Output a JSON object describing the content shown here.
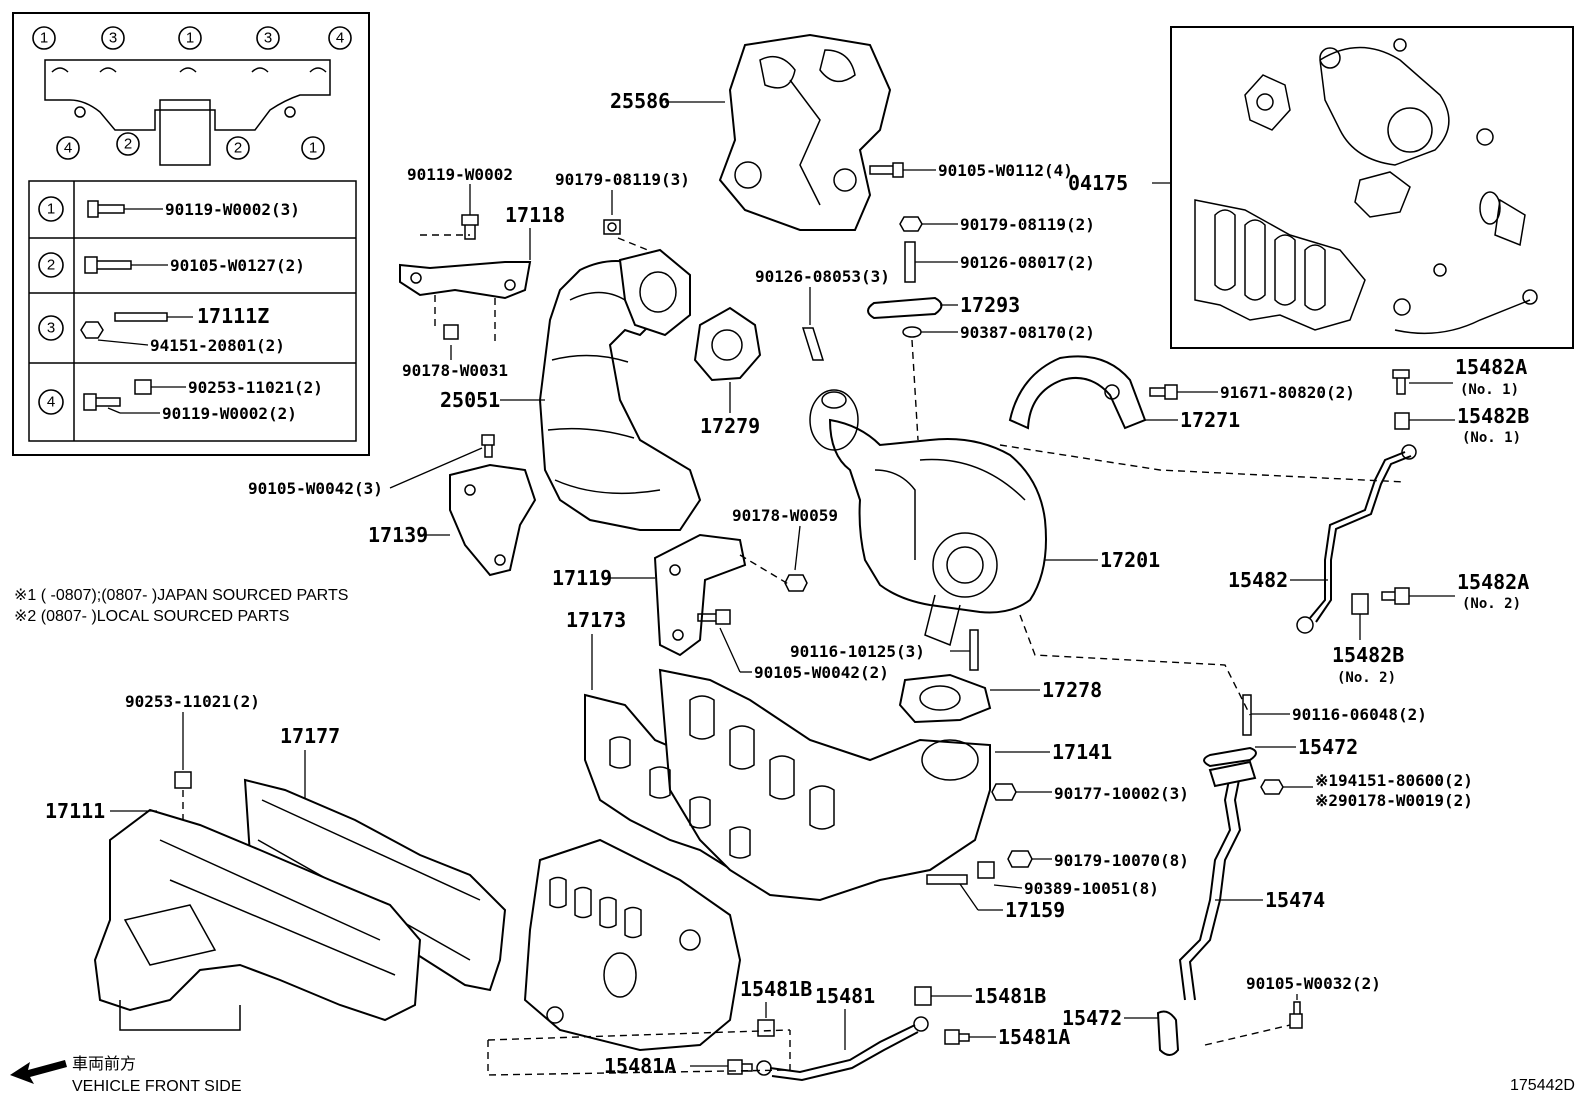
{
  "diagram_id": "175442D",
  "legend_box": {
    "rows": [
      {
        "num": "1",
        "parts": [
          "90119-W0002(3)"
        ]
      },
      {
        "num": "2",
        "parts": [
          "90105-W0127(2)"
        ]
      },
      {
        "num": "3",
        "parts": [
          "17111Z",
          "94151-20801(2)"
        ]
      },
      {
        "num": "4",
        "parts": [
          "90253-11021(2)",
          "90119-W0002(2)"
        ]
      }
    ],
    "bolt_positions": {
      "top": [
        "1",
        "3",
        "1",
        "3",
        "4"
      ],
      "bottom": [
        "4",
        "2",
        "2",
        "1"
      ]
    }
  },
  "notes": {
    "note1": "※1 (       -0807);(0807-       )JAPAN SOURCED PARTS",
    "note2": "※2 (0807-       )LOCAL SOURCED PARTS"
  },
  "front": {
    "jp": "車両前方",
    "en": "VEHICLE FRONT SIDE"
  },
  "labels": {
    "p25586": "25586",
    "p90105_W0112": "90105-W0112(4)",
    "p04175": "04175",
    "p90119_W0002": "90119-W0002",
    "p90179_08119_3": "90179-08119(3)",
    "p17118": "17118",
    "p90179_08119_2": "90179-08119(2)",
    "p90126_08017": "90126-08017(2)",
    "p90126_08053": "90126-08053(3)",
    "p17293": "17293",
    "p90387_08170": "90387-08170(2)",
    "p90178_W0031": "90178-W0031",
    "p25051": "25051",
    "p17279": "17279",
    "p91671_80820": "91671-80820(2)",
    "p17271": "17271",
    "p15482A_1": "15482A",
    "p15482A_1_sub": "(No. 1)",
    "p15482B_1": "15482B",
    "p15482B_1_sub": "(No. 1)",
    "p90105_W0042_3": "90105-W0042(3)",
    "p17139": "17139",
    "p90178_W0059": "90178-W0059",
    "p17201": "17201",
    "p17119": "17119",
    "p15482": "15482",
    "p15482A_2": "15482A",
    "p15482A_2_sub": "(No. 2)",
    "p15482B_2": "15482B",
    "p15482B_2_sub": "(No. 2)",
    "p17173": "17173",
    "p90116_10125": "90116-10125(3)",
    "p90105_W0042_2": "90105-W0042(2)",
    "p17278": "17278",
    "p90253_11021": "90253-11021(2)",
    "p90116_06048": "90116-06048(2)",
    "p17177": "17177",
    "p15472_top": "15472",
    "p17141": "17141",
    "p94151_80600": "※194151-80600(2)",
    "p90178_W0019": "※290178-W0019(2)",
    "p17111": "17111",
    "p90177_10002": "90177-10002(3)",
    "p90179_10070": "90179-10070(8)",
    "p90389_10051": "90389-10051(8)",
    "p17159": "17159",
    "p15474": "15474",
    "p15481B_left": "15481B",
    "p15481": "15481",
    "p15481B_right": "15481B",
    "p90105_W0032": "90105-W0032(2)",
    "p15472_bottom": "15472",
    "p15481A_right": "15481A",
    "p15481A_left": "15481A"
  }
}
